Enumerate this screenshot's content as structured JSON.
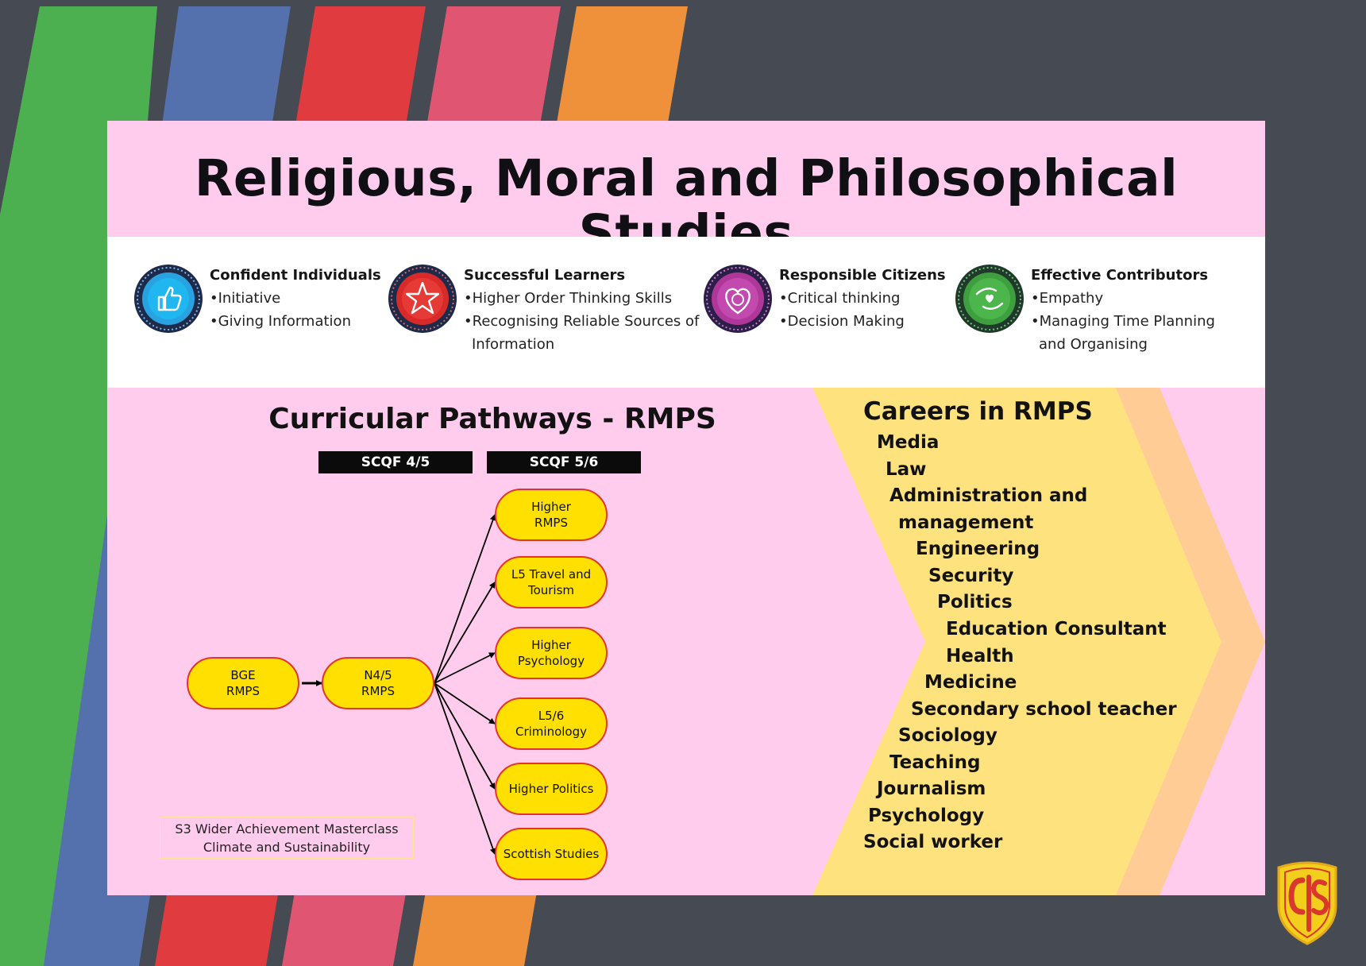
{
  "header": {
    "title": "Religious, Moral and Philosophical Studies"
  },
  "capacities": [
    {
      "title": "Confident Individuals",
      "icon": "thumbs-up-icon",
      "color": "#29a3e0",
      "points": [
        "Initiative",
        "Giving Information"
      ]
    },
    {
      "title": "Successful Learners",
      "icon": "star-icon",
      "color": "#d92a2a",
      "points": [
        "Higher Order Thinking Skills",
        "Recognising Reliable Sources of Information"
      ]
    },
    {
      "title": "Responsible Citizens",
      "icon": "heart-globe-icon",
      "color": "#b0379a",
      "points": [
        "Critical thinking",
        "Decision Making"
      ]
    },
    {
      "title": "Effective Contributors",
      "icon": "helping-hands-icon",
      "color": "#3d9f3d",
      "points": [
        "Empathy",
        "Managing Time Planning and Organising"
      ]
    }
  ],
  "pathways": {
    "title": "Curricular Pathways - RMPS",
    "levels": [
      "SCQF 4/5",
      "SCQF 5/6"
    ],
    "start": [
      "BGE\nRMPS",
      "N4/5\nRMPS"
    ],
    "options": [
      "Higher\nRMPS",
      "L5 Travel and\nTourism",
      "Higher\nPsychology",
      "L5/6\nCriminology",
      "Higher Politics",
      "Scottish Studies"
    ],
    "note": [
      "S3 Wider Achievement Masterclass",
      "Climate and Sustainability"
    ]
  },
  "careers": {
    "title": "Careers in RMPS",
    "items": [
      "Media",
      "Law",
      "Administration and",
      "management",
      "Engineering",
      "Security",
      "Politics",
      "Education Consultant",
      "Health",
      "Medicine",
      "Secondary school teacher",
      "Sociology",
      "Teaching",
      "Journalism",
      "Psychology",
      "Social worker"
    ]
  },
  "colors": {
    "pink": "#ffccee",
    "node_fill": "#ffe000",
    "node_border": "#e2362d",
    "chevron_yellow": "#fde27d",
    "chevron_peach": "#fecc94",
    "stripes": [
      "#4caf50",
      "#5470ad",
      "#e03b3e",
      "#e05672",
      "#ef903a"
    ]
  }
}
